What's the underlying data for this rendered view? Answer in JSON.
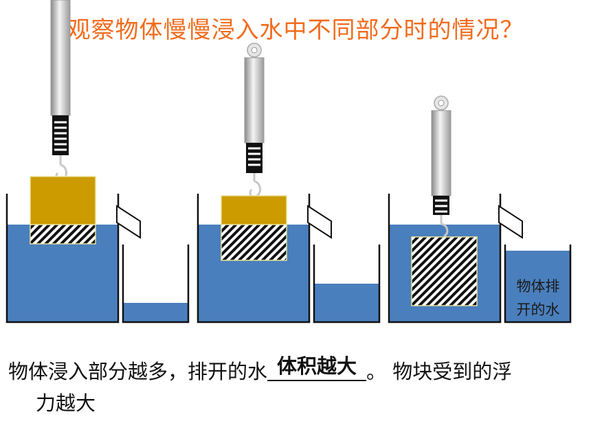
{
  "title": "观察物体慢慢浸入水中不同部分时的情况？",
  "label_displaced_water": [
    "物体排",
    "开的水"
  ],
  "caption": {
    "before": "物体浸入部分越多，排开的水",
    "answer": "体积越大",
    "after": "。 物块受到的浮",
    "line2": "力越大"
  },
  "colors": {
    "title": "#f26b1d",
    "water": "#4a7fbd",
    "block_gold": "#cc9b00",
    "outline": "#111111"
  },
  "icons": [
    "spring-scale-icon",
    "hook-icon",
    "overflow-spout-icon"
  ],
  "stages": [
    {
      "name": "stage-1",
      "immersion": "partial-small",
      "displaced_water_level": "low"
    },
    {
      "name": "stage-2",
      "immersion": "partial-large",
      "displaced_water_level": "medium"
    },
    {
      "name": "stage-3",
      "immersion": "full",
      "displaced_water_level": "high"
    }
  ]
}
